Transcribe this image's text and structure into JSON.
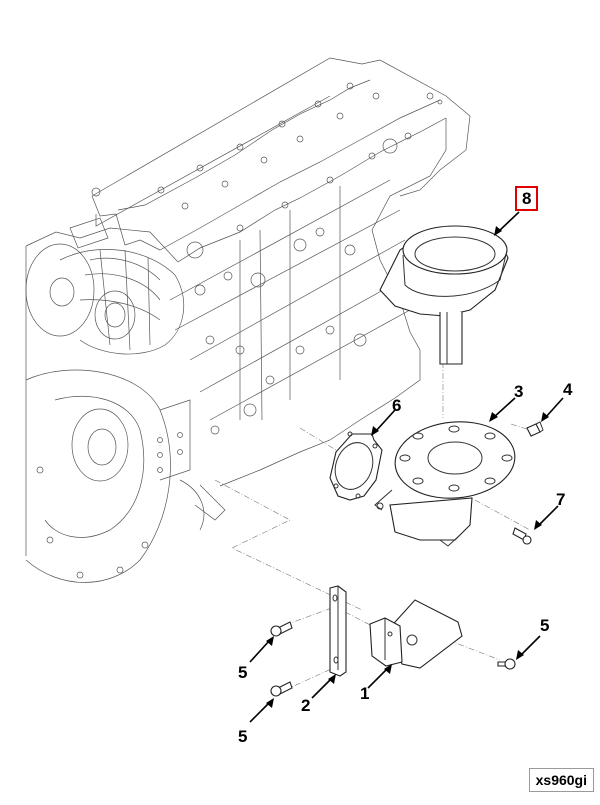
{
  "diagram": {
    "type": "exploded parts view",
    "figure_id": "xs960gi",
    "highlight_color": "#e00000",
    "callouts": [
      {
        "id": "c8",
        "label": "8",
        "highlighted": true
      },
      {
        "id": "c3",
        "label": "3",
        "highlighted": false
      },
      {
        "id": "c4",
        "label": "4",
        "highlighted": false
      },
      {
        "id": "c6",
        "label": "6",
        "highlighted": false
      },
      {
        "id": "c7",
        "label": "7",
        "highlighted": false
      },
      {
        "id": "c5a",
        "label": "5",
        "highlighted": false
      },
      {
        "id": "c5b",
        "label": "5",
        "highlighted": false
      },
      {
        "id": "c5c",
        "label": "5",
        "highlighted": false
      },
      {
        "id": "c2",
        "label": "2",
        "highlighted": false
      },
      {
        "id": "c1",
        "label": "1",
        "highlighted": false
      }
    ]
  }
}
